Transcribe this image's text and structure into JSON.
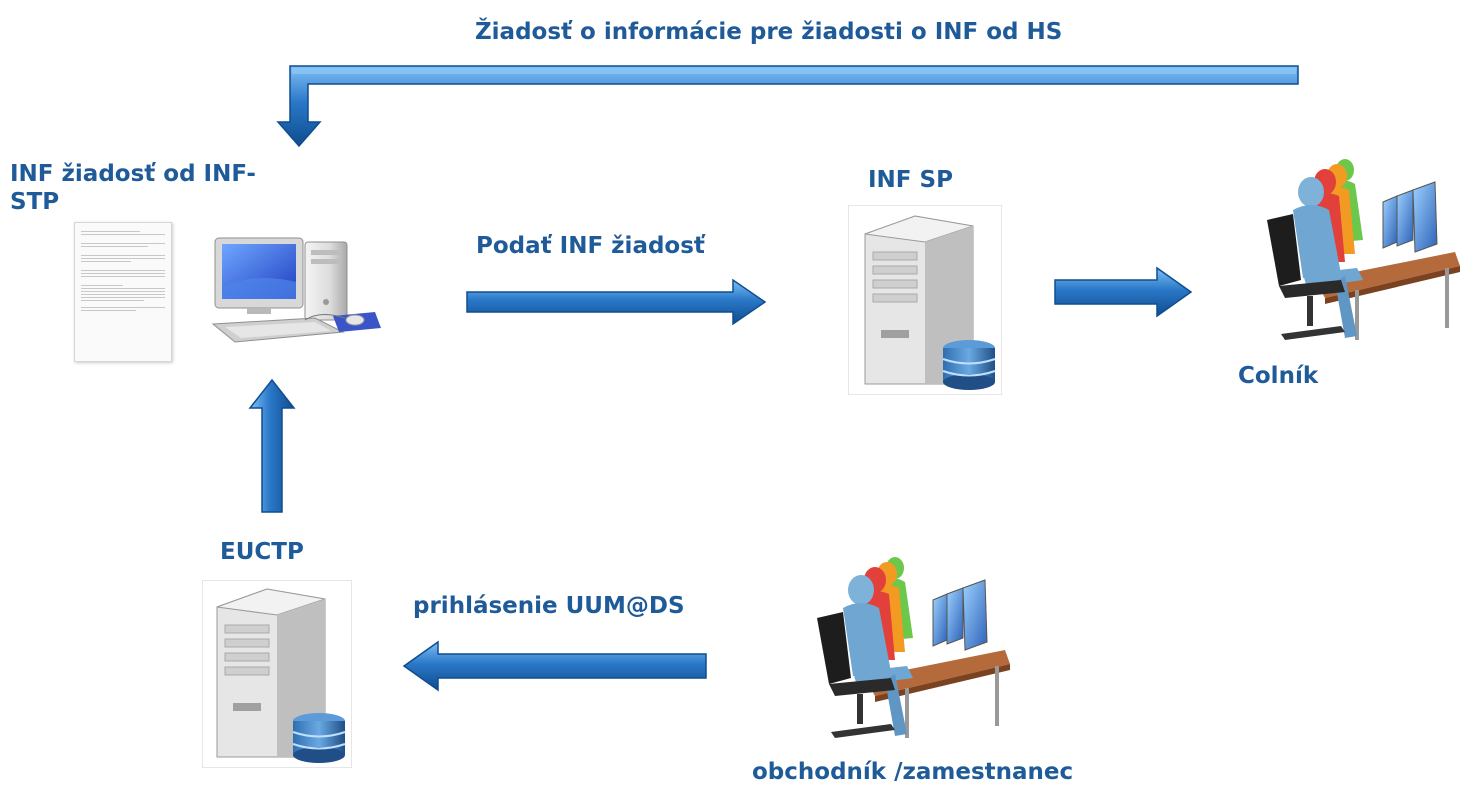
{
  "labels": {
    "top_feedback": "Žiadosť o informácie pre  žiadosti o INF od HS",
    "inf_request": "INF žiadosť od INF-\nSTP",
    "submit": "Podať INF žiadosť",
    "inf_sp": "INF SP",
    "customs_officer": "Colník",
    "euctp": "EUCTP",
    "login": "prihlásenie UUM@DS",
    "trader": "obchodník /zamestnanec"
  },
  "icons": {
    "request_document": "document-icon",
    "workstation": "desktop-computer-icon",
    "inf_sp_server": "server-database-icon",
    "euctp_server": "server-database-icon",
    "officers": "people-at-computers-icon",
    "traders": "people-at-computers-icon"
  },
  "colors": {
    "label": "#1f5a99",
    "arrow": "#2a78c8",
    "arrow_dark": "#0f4d8f"
  }
}
